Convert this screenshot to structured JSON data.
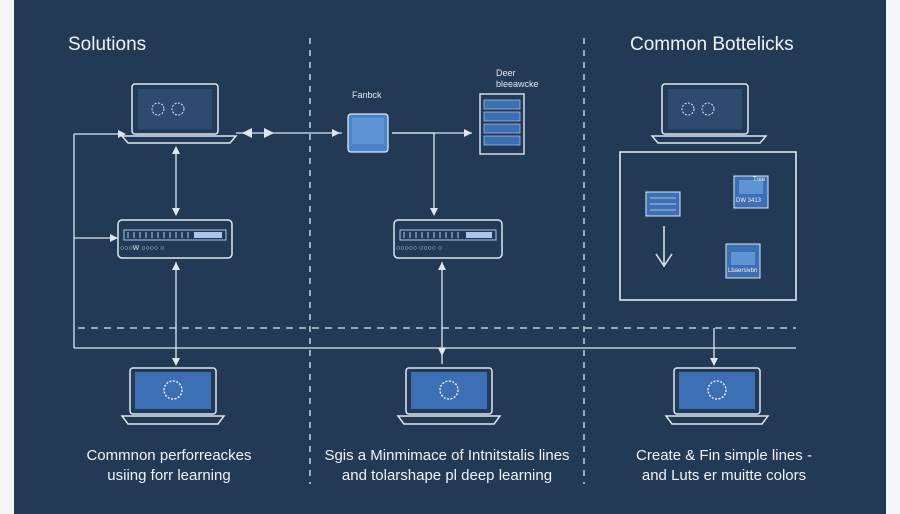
{
  "headings": {
    "left": "Solutions",
    "right": "Common Bottelicks"
  },
  "small_labels": {
    "fanback": "Fanbck",
    "deer_line1": "Deer",
    "deer_line2": "bleeawcke",
    "switch_left_text": "○○○W ○○○○ ○",
    "switch_mid_text": "○○○○○ ○○○○ ○",
    "box_label_1": "Tree",
    "box_label_2": "DW 3413",
    "box_label_3": "Lbaersivbn"
  },
  "captions": {
    "left_line1": "Commnon perforreackes",
    "left_line2": "usiing forr learning",
    "middle_line1": "Sgis a Minmimace of Intnitstalis lines",
    "middle_line2": "and tolarshape pl deep learning",
    "right_line1": "Create & Fin simple lines  -",
    "right_line2": "and Luts er muitte colors"
  },
  "colors": {
    "background": "#233a57",
    "line": "#dfe7f1",
    "screen": "#3d6fb4",
    "device": "#a9c7ec"
  }
}
